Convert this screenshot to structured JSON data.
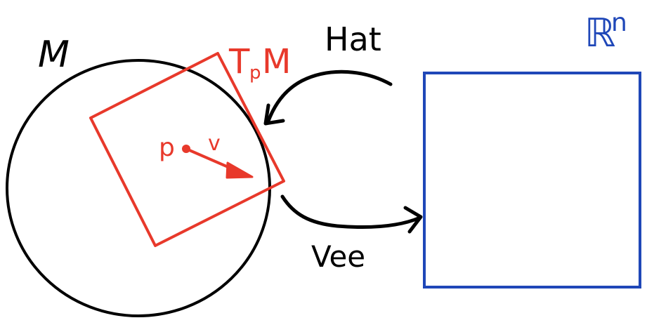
{
  "labels": {
    "manifold": "M",
    "tangent_space_base": "T",
    "tangent_space_sub": "p",
    "tangent_space_suffix": "M",
    "point": "p",
    "vector": "v",
    "hat_map": "Hat",
    "vee_map": "Vee",
    "euclidean_base": "ℝ",
    "euclidean_exp": "n"
  },
  "colors": {
    "manifold": "#000000",
    "tangent": "#e8392b",
    "euclidean": "#1f47b8",
    "arrows": "#000000"
  }
}
